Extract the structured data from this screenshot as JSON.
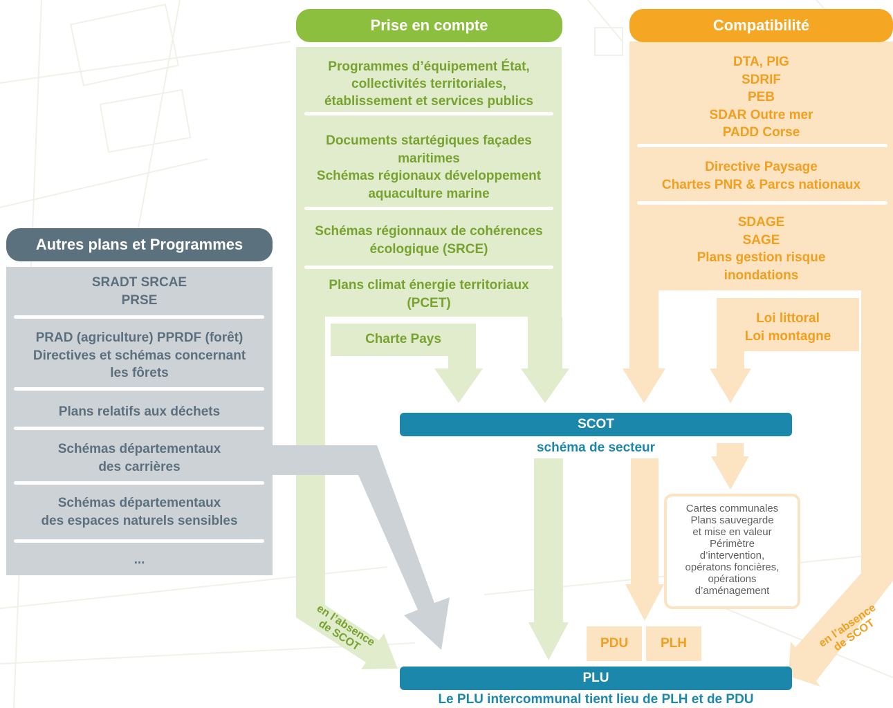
{
  "colors": {
    "green_header": "#8DBF3F",
    "green_fill": "#E0ECCB",
    "green_text": "#78A22F",
    "orange_header": "#F5A623",
    "orange_fill": "#FCE3C2",
    "orange_text": "#F29F1E",
    "slate_header": "#5B717E",
    "slate_fill": "#CDD2D7",
    "slate_text": "#5C6F7C",
    "blue": "#1B87AA"
  },
  "prise_en_compte": {
    "header": "Prise en compte",
    "items": [
      "Programmes d’équipement État,\ncollectivités territoriales,\nétablissement et services publics",
      "Documents startégiques façades\nmaritimes\nSchémas régionaux développement\naquaculture marine",
      "Schémas régionnaux de cohérences\nécologique (SRCE)",
      "Plans climat énergie territoriaux\n(PCET)"
    ],
    "charte_pays": "Charte Pays",
    "absence_note": "en l’absence\nde SCOT"
  },
  "compatibilite": {
    "header": "Compatibilité",
    "items": [
      "DTA, PIG\nSDRIF\nPEB\nSDAR Outre mer\nPADD Corse",
      "Directive Paysage\nChartes PNR & Parcs nationaux",
      "SDAGE\nSAGE\nPlans gestion risque\ninondations"
    ],
    "lois": "Loi littoral\nLoi montagne",
    "absence_note": "en l’absence\nde SCOT"
  },
  "autres": {
    "header": "Autres plans et Programmes",
    "items": [
      "SRADT SRCAE\nPRSE",
      "PRAD (agriculture) PPRDF (forêt)\nDirectives et schémas concernant\nles fôrets",
      "Plans relatifs aux déchets",
      "Schémas départementaux\ndes carrières",
      "Schémas départementaux\ndes espaces naturels sensibles",
      "..."
    ]
  },
  "scot": {
    "label": "SCOT",
    "sub": "schéma de secteur"
  },
  "communales": "Cartes communales\nPlans sauvegarde\net mise en valeur\nPérimètre\nd’intervention,\nopératons foncières,\nopérations\nd’aménagement",
  "pdu": "PDU",
  "plh": "PLH",
  "plu": {
    "label": "PLU",
    "sub": "Le PLU intercommunal tient lieu de PLH et de PDU"
  }
}
